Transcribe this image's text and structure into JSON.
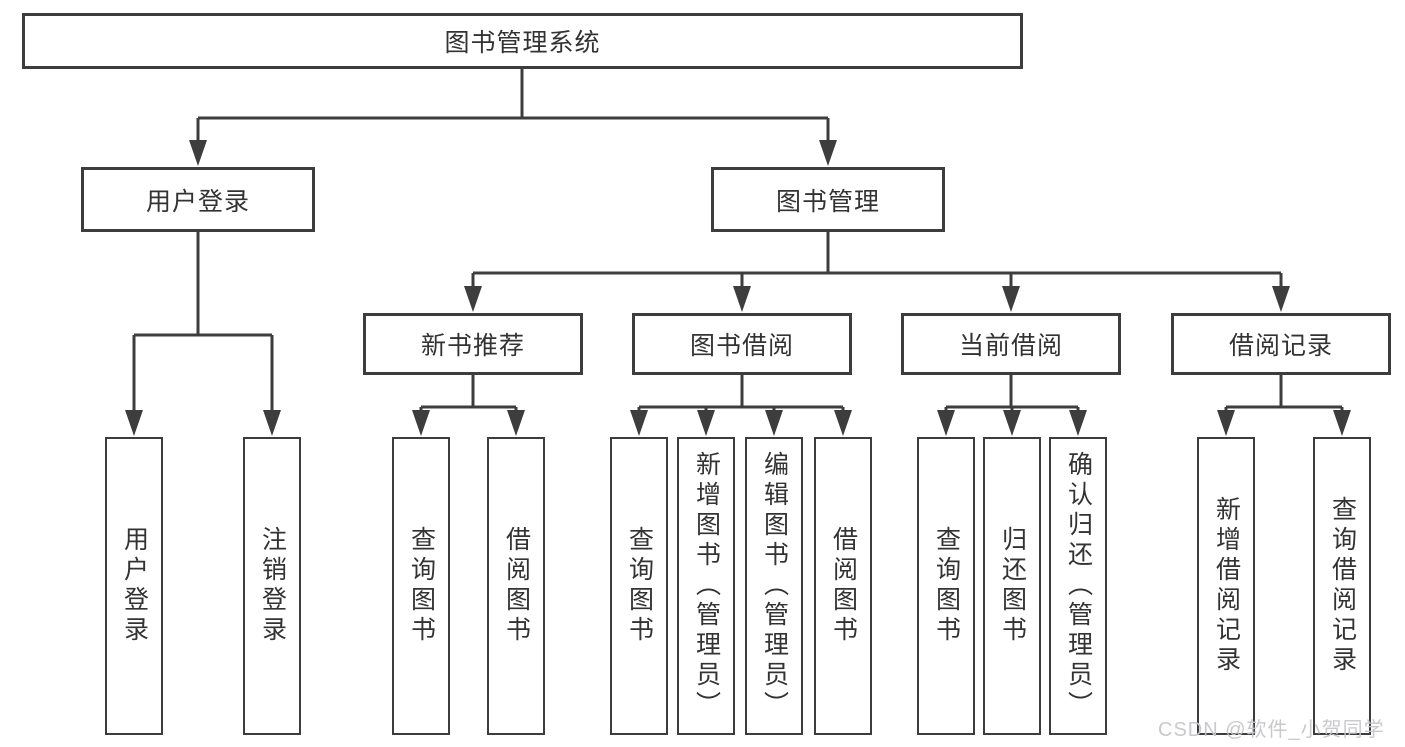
{
  "diagram_title": "图书管理系统",
  "nodes": {
    "root": {
      "label": "图书管理系统"
    },
    "user_login": {
      "label": "用户登录"
    },
    "book_management": {
      "label": "图书管理"
    },
    "login": {
      "label": "用户登录"
    },
    "logout": {
      "label": "注销登录"
    },
    "new_book_recommend": {
      "label": "新书推荐"
    },
    "book_borrow": {
      "label": "图书借阅"
    },
    "current_borrow": {
      "label": "当前借阅"
    },
    "borrow_records": {
      "label": "借阅记录"
    },
    "nbr_query_books": {
      "label": "查询图书"
    },
    "nbr_borrow_books": {
      "label": "借阅图书"
    },
    "bb_query_books": {
      "label": "查询图书"
    },
    "bb_add_books_admin": {
      "label": "新增图书（管理员）"
    },
    "bb_edit_books_admin": {
      "label": "编辑图书（管理员）"
    },
    "bb_borrow_books": {
      "label": "借阅图书"
    },
    "cb_query_books": {
      "label": "查询图书"
    },
    "cb_return_books": {
      "label": "归还图书"
    },
    "cb_confirm_return_admin": {
      "label": "确认归还（管理员）"
    },
    "br_add_record": {
      "label": "新增借阅记录"
    },
    "br_query_record": {
      "label": "查询借阅记录"
    }
  },
  "hierarchy": {
    "root": {
      "user_login": [
        "login",
        "logout"
      ],
      "book_management": {
        "new_book_recommend": [
          "nbr_query_books",
          "nbr_borrow_books"
        ],
        "book_borrow": [
          "bb_query_books",
          "bb_add_books_admin",
          "bb_edit_books_admin",
          "bb_borrow_books"
        ],
        "current_borrow": [
          "cb_query_books",
          "cb_return_books",
          "cb_confirm_return_admin"
        ],
        "borrow_records": [
          "br_add_record",
          "br_query_record"
        ]
      }
    }
  },
  "watermark": "CSDN @软件_小贺同学",
  "colors": {
    "line": "#3d3d3d",
    "text": "#333333",
    "background": "#ffffff",
    "watermark": "#c6c6ca"
  }
}
